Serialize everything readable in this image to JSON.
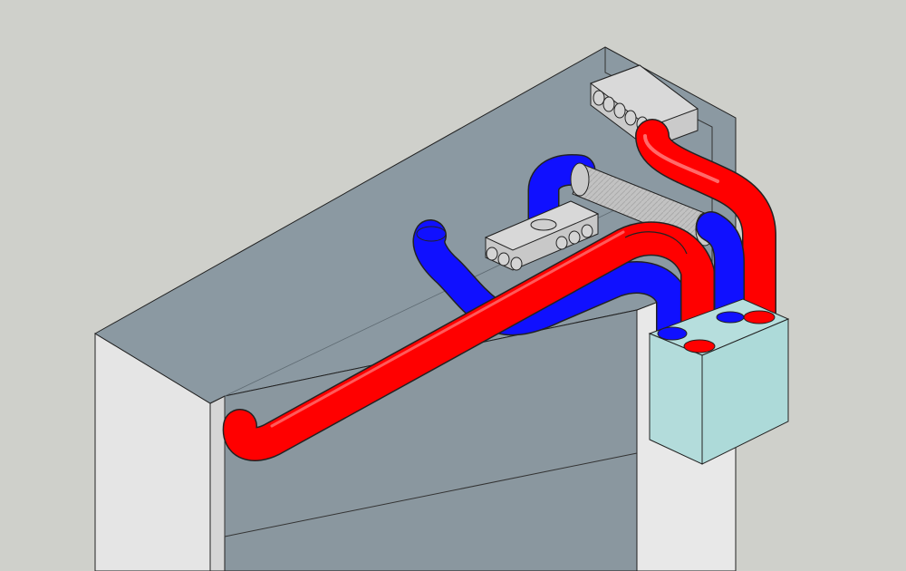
{
  "scene": {
    "subject": "ventilation-duct-installation",
    "colors": {
      "background": "#cfd0cb",
      "wall_front": "#e4e4e4",
      "ceiling_panel": "#8b99a2",
      "duct_supply": "#ff0000",
      "duct_extract": "#1010ff",
      "manifold": "#c6c6c6",
      "silencer": "#bcbcbc",
      "unit": "#b4dcdb",
      "outline": "#222222"
    },
    "components": [
      {
        "id": "supply-duct",
        "color_ref": "duct_supply"
      },
      {
        "id": "extract-duct",
        "color_ref": "duct_extract"
      },
      {
        "id": "upper-manifold",
        "ports": 6
      },
      {
        "id": "lower-manifold",
        "ports": 6
      },
      {
        "id": "silencer"
      },
      {
        "id": "ventilation-unit"
      }
    ]
  }
}
